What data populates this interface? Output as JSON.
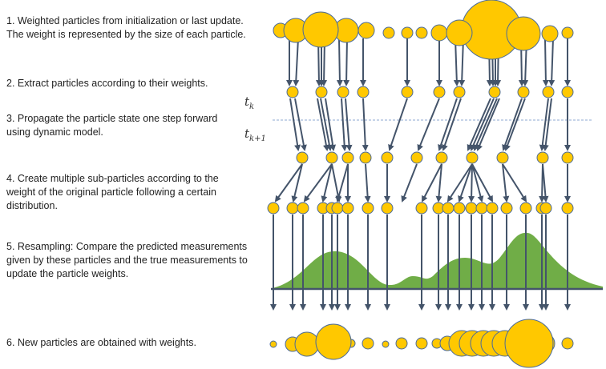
{
  "steps": [
    "1. Weighted particles from initialization or last update. The weight is represented by the size of each particle.",
    "2. Extract particles according to their weights.",
    "3. Propagate the particle state one step forward using dynamic model.",
    "4. Create multiple sub-particles according to the weight of the original particle following a certain distribution.",
    "5. Resampling: Compare the predicted measurements given by these particles and the true measurements to update the particle weights.",
    "6. New particles are obtained with weights."
  ],
  "time_labels": {
    "tk": "t",
    "tk_sub": "k",
    "tk1": "t",
    "tk1_sub": "k+1"
  },
  "colors": {
    "particle": "#FFC800",
    "particle_stroke": "#4A6A9A",
    "arrow": "#44546A",
    "likelihood": "#70AD47"
  }
}
